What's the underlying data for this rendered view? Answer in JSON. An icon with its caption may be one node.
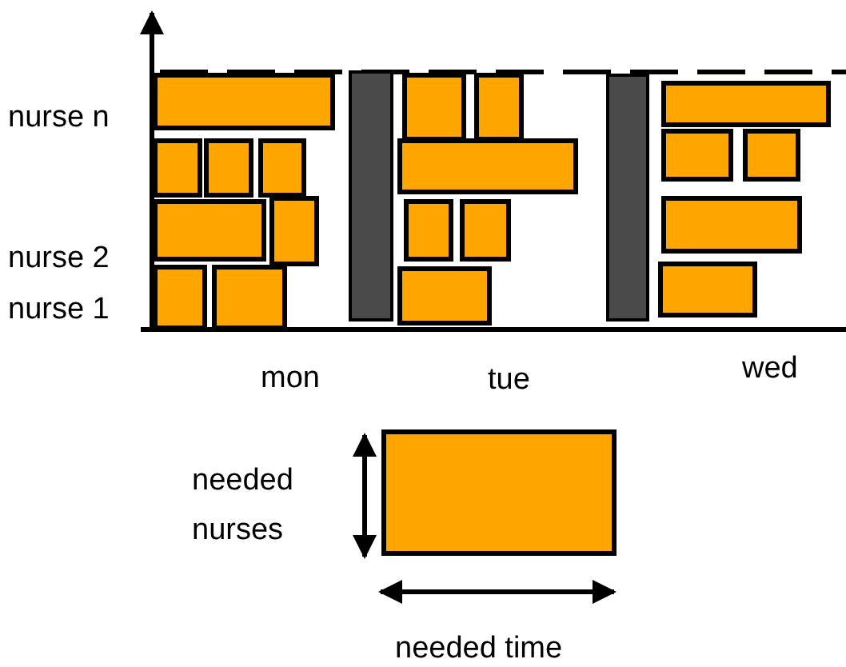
{
  "diagram": {
    "labels": [
      "nurse n",
      "nurse 2",
      "nurse 1",
      "mon",
      "tue",
      "wed",
      "needed nurses",
      "needed time"
    ]
  }
}
